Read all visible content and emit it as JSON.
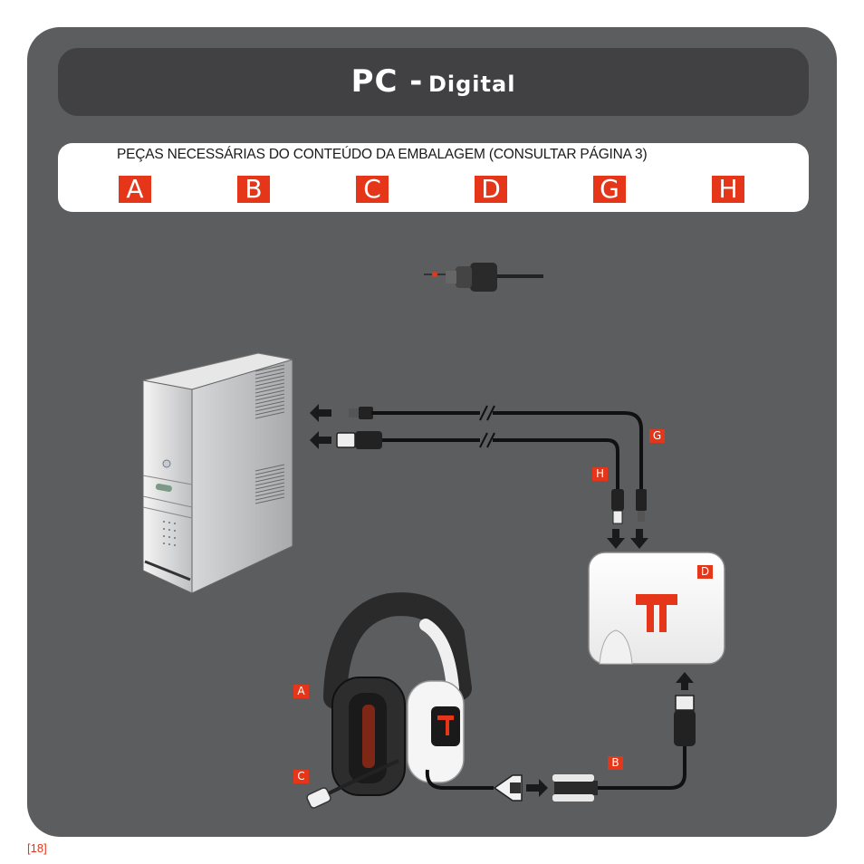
{
  "title": {
    "main": "PC -",
    "sub": "Digital"
  },
  "parts": {
    "text": "PEÇAS NECESSÁRIAS DO CONTEÚDO DA EMBALAGEM (CONSULTAR PÁGINA 3)",
    "badges": [
      "A",
      "B",
      "C",
      "D",
      "G",
      "H"
    ]
  },
  "labels": {
    "g": "G",
    "h": "H",
    "d": "D",
    "a": "A",
    "c": "C",
    "b": "B"
  },
  "accent_color": "#e5361a",
  "page_number": "[18]"
}
